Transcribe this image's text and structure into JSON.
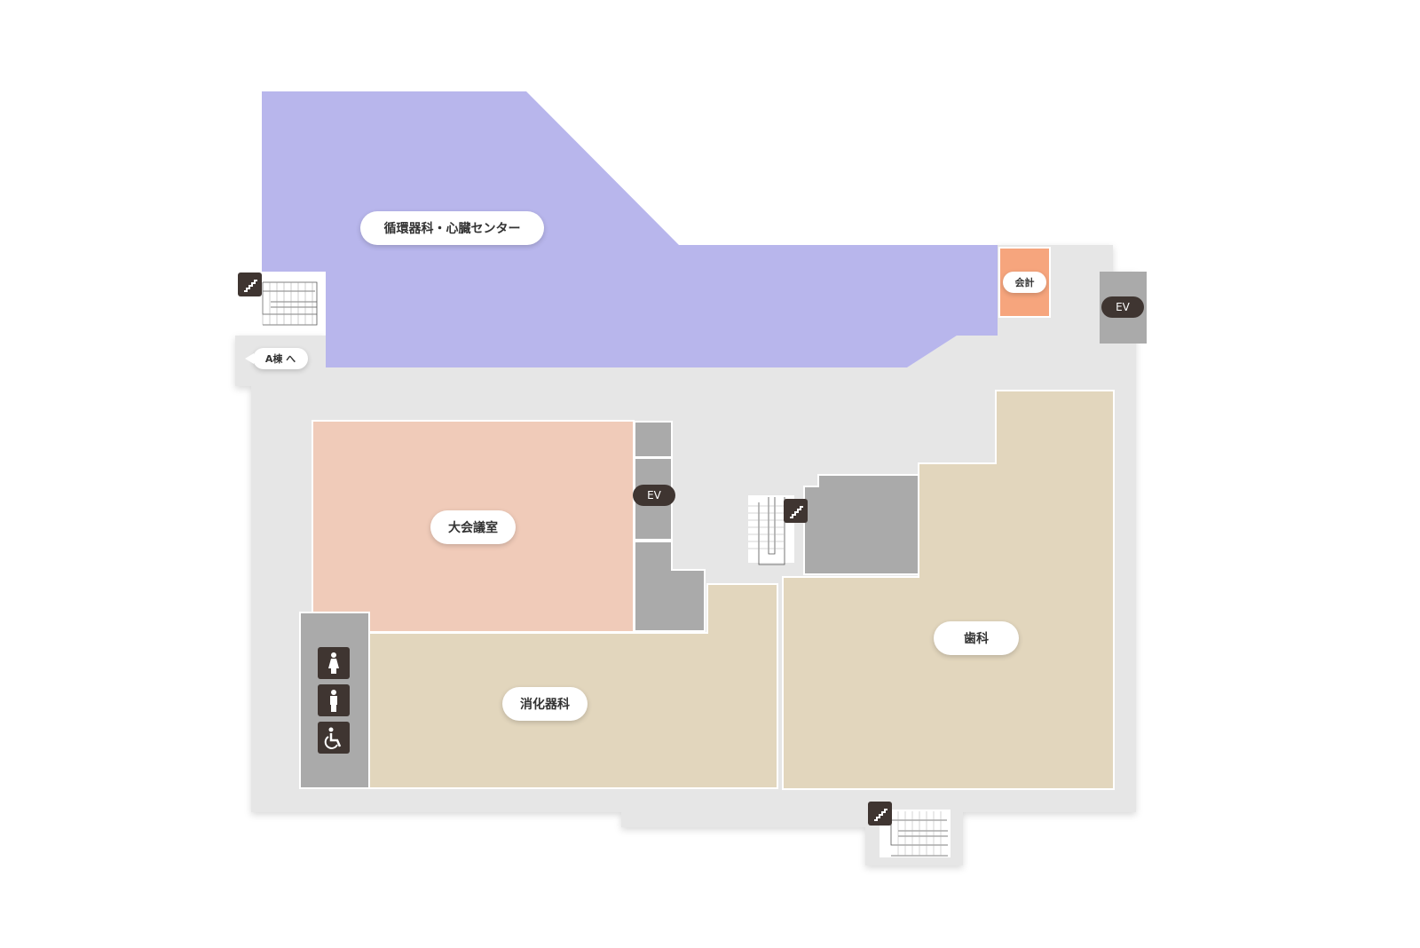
{
  "rooms": {
    "cardio": "循環器科・心臓センター",
    "accounting": "会計",
    "conference": "大会議室",
    "gastro": "消化器科",
    "dental": "歯科"
  },
  "elevators": {
    "right": "EV",
    "center": "EV"
  },
  "exit": {
    "to_a_building": "A棟 へ"
  },
  "restrooms": [
    "female-restroom-icon",
    "male-restroom-icon",
    "accessible-restroom-icon"
  ],
  "colors": {
    "cardio": "#b8b6ec",
    "conference": "#f0cbb9",
    "clinic": "#e2d6bd",
    "accounting": "#f6a57d",
    "utility": "#aaaaaa",
    "floor": "#e6e6e6"
  }
}
